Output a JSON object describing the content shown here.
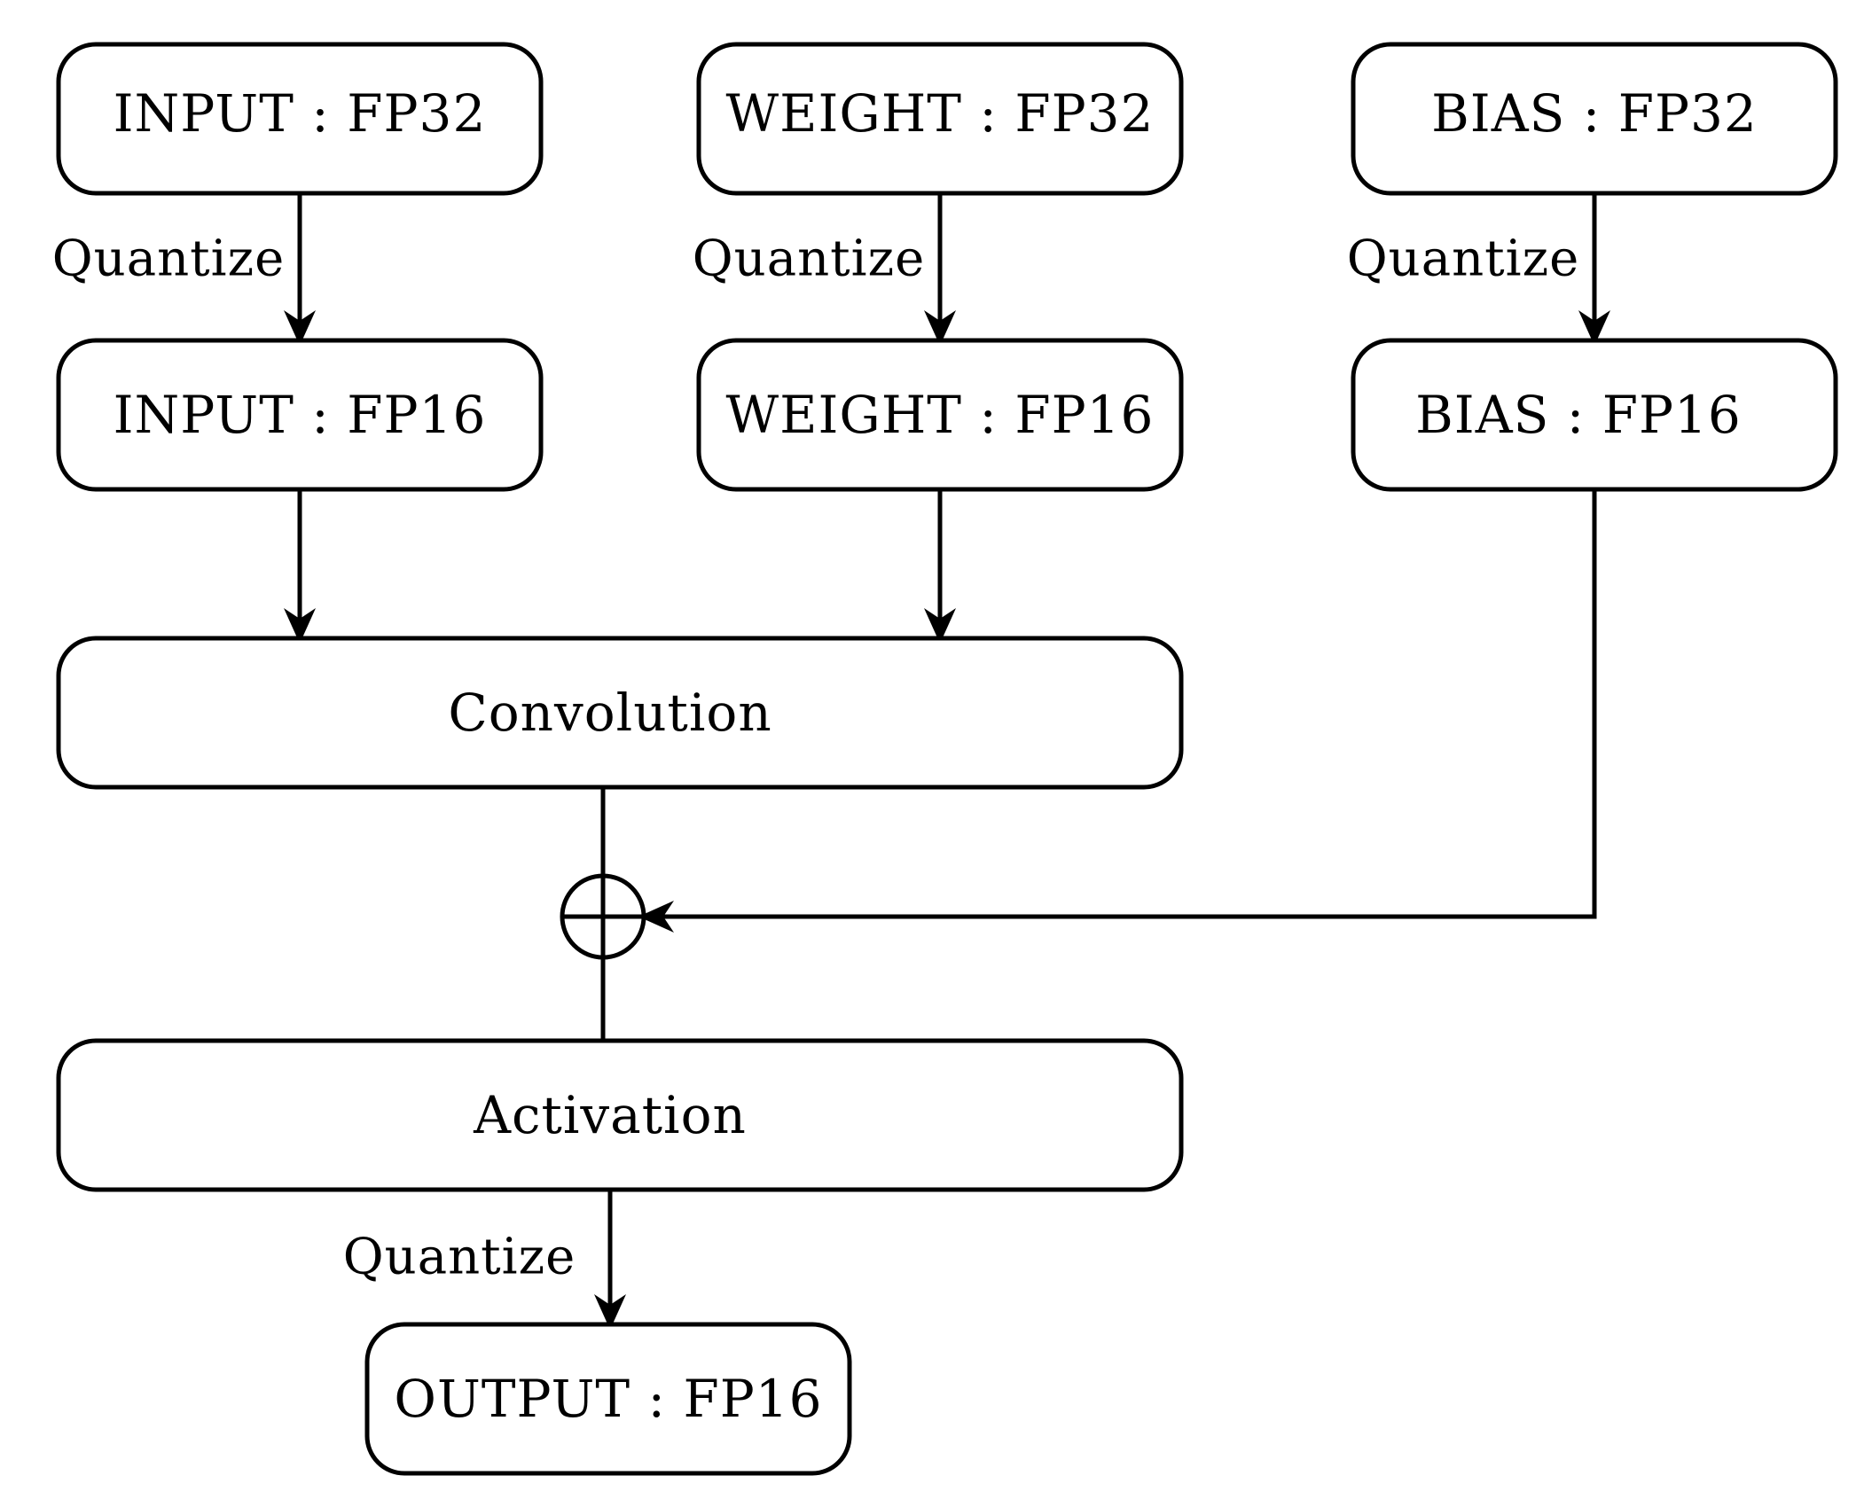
{
  "nodes": {
    "input_fp32": "INPUT : FP32",
    "weight_fp32": "WEIGHT : FP32",
    "bias_fp32": "BIAS : FP32",
    "input_fp16": "INPUT : FP16",
    "weight_fp16": "WEIGHT : FP16",
    "bias_fp16": "BIAS : FP16",
    "convolution": "Convolution",
    "activation": "Activation",
    "output_fp16": "OUTPUT : FP16"
  },
  "edge_labels": {
    "input_quantize": "Quantize",
    "weight_quantize": "Quantize",
    "bias_quantize": "Quantize",
    "output_quantize": "Quantize"
  },
  "icons": {
    "adder": "circled-plus-icon"
  }
}
